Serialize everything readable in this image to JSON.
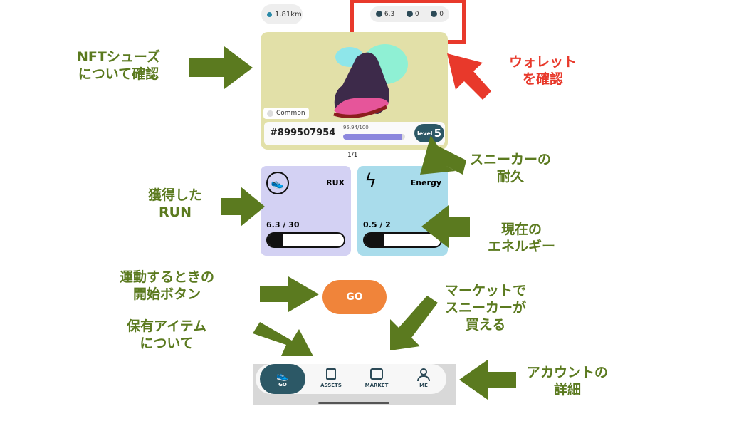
{
  "header": {
    "distance": "1.81km",
    "wallet": [
      {
        "icon": "gst-token-icon",
        "value": "6.3"
      },
      {
        "icon": "gem-icon",
        "value": "0"
      },
      {
        "icon": "gmt-icon",
        "value": "0"
      }
    ]
  },
  "sneaker": {
    "rarity": "Common",
    "id": "#899507954",
    "durability_label": "95.94/100",
    "durability": 0.9594,
    "level_label": "level",
    "level": "5",
    "pager": "1/1"
  },
  "stats": [
    {
      "title": "RUX",
      "value": "6.3 / 30",
      "fraction": 0.21,
      "icon": "sneaker-icon"
    },
    {
      "title": "Energy",
      "value": "0.5 / 2",
      "fraction": 0.25,
      "icon": "lightning-icon"
    }
  ],
  "go_label": "GO",
  "nav": [
    {
      "label": "GO",
      "icon": "sneaker-icon",
      "active": true
    },
    {
      "label": "ASSETS",
      "icon": "cards-icon"
    },
    {
      "label": "MARKET",
      "icon": "store-icon"
    },
    {
      "label": "ME",
      "icon": "person-icon"
    }
  ],
  "annotations": {
    "nft": [
      "NFTシューズ",
      "について確認"
    ],
    "wallet": [
      "ウォレット",
      "を確認"
    ],
    "durability": [
      "スニーカーの",
      "耐久"
    ],
    "run": [
      "獲得した",
      "RUN"
    ],
    "energy": [
      "現在の",
      "エネルギー"
    ],
    "start": [
      "運動するときの",
      "開始ボタン"
    ],
    "market": [
      "マーケットで",
      "スニーカーが",
      "買える"
    ],
    "items": [
      "保有アイテム",
      "について"
    ],
    "account": [
      "アカウントの",
      "詳細"
    ]
  },
  "colors": {
    "annotation": "#5b7a1f",
    "highlight": "#e8392b",
    "accent": "#2c5866",
    "go": "#f0843a"
  }
}
